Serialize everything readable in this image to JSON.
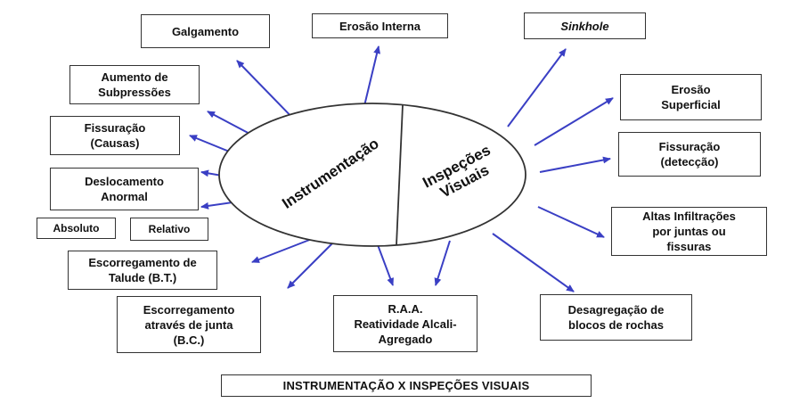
{
  "center": {
    "left_label": "Instrumentação",
    "right_label": "Inspeções\nVisuais"
  },
  "boxes": {
    "galgamento": "Galgamento",
    "erosao_interna": "Erosão Interna",
    "sinkhole": "Sinkhole",
    "aumento_subpressoes": "Aumento de\nSubpressões",
    "erosao_superficial": "Erosão\nSuperficial",
    "fissuracao_causas": "Fissuração\n(Causas)",
    "fissuracao_deteccao": "Fissuração\n(detecção)",
    "deslocamento_anormal": "Deslocamento\nAnormal",
    "absoluto": "Absoluto",
    "relativo": "Relativo",
    "altas_infiltracoes": "Altas Infiltrações\npor juntas ou\nfissuras",
    "escorregamento_talude": "Escorregamento de\nTalude (B.T.)",
    "escorregamento_junta": "Escorregamento\natravés de junta\n(B.C.)",
    "raa": "R.A.A.\nReatividade Alcali-\nAgregado",
    "desagregacao": "Desagregação de\nblocos de rochas"
  },
  "caption": "INSTRUMENTAÇÃO X INSPEÇÕES VISUAIS",
  "colors": {
    "arrow": "#3a3fc4",
    "border": "#333333",
    "text": "#111111"
  }
}
